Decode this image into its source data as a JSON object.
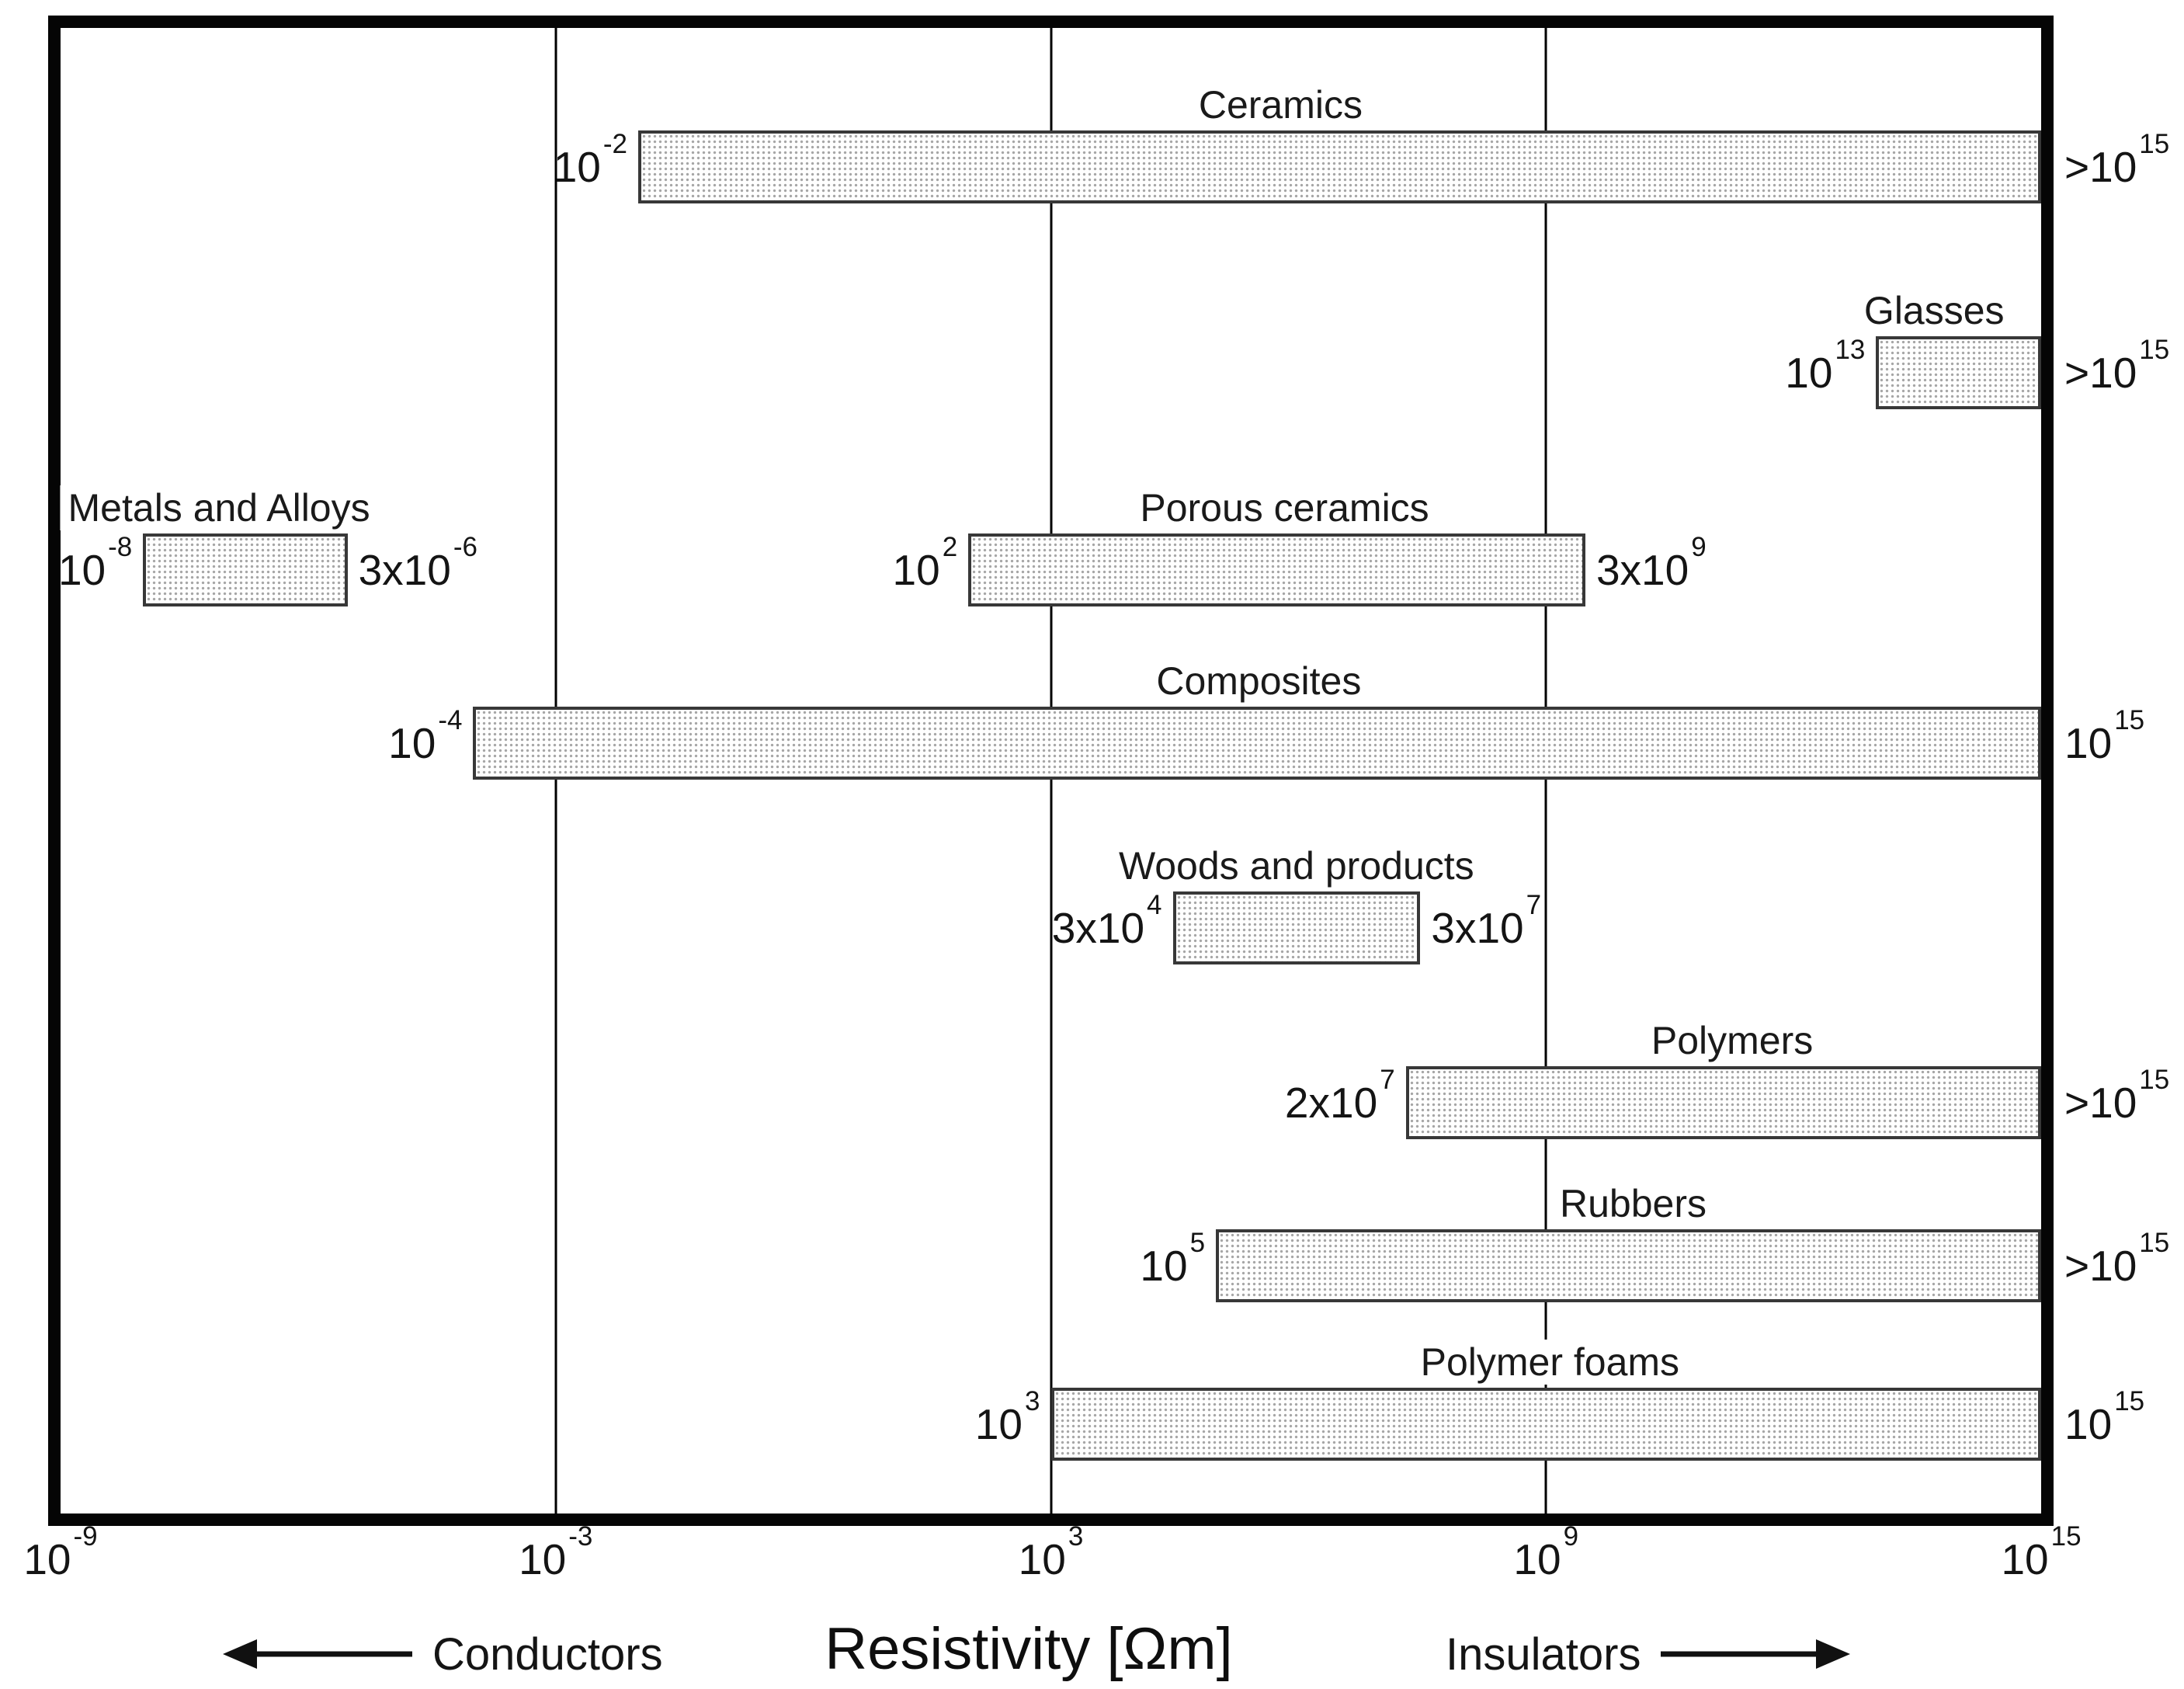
{
  "chart_data": {
    "type": "bar",
    "variant": "horizontal log-scale range bars (material property chart)",
    "title": "",
    "xlabel": "Resistivity [Ωm]",
    "x_scale": "log10",
    "xlim": [
      1e-09,
      1000000000000000.0
    ],
    "grid": "vertical gridlines at 1e-3, 1e3, 1e9; plot frame at 1e-9 and 1e15",
    "legend": "none",
    "x_ticks": [
      {
        "value": 1e-09,
        "coef": "10",
        "exp": "-9",
        "gridline": false
      },
      {
        "value": 0.001,
        "coef": "10",
        "exp": "-3",
        "gridline": true
      },
      {
        "value": 1000.0,
        "coef": "10",
        "exp": "3",
        "gridline": true
      },
      {
        "value": 1000000000.0,
        "coef": "10",
        "exp": "9",
        "gridline": true
      },
      {
        "value": 1000000000000000.0,
        "coef": "10",
        "exp": "15",
        "gridline": false
      }
    ],
    "footer": {
      "left_label": "Conductors",
      "axis_label": "Resistivity [Ωm]",
      "right_label": "Insulators"
    },
    "series": [
      {
        "name": "Ceramics",
        "min": 0.01,
        "max": 1000000000000000.0,
        "max_open": true,
        "min_label": {
          "coef": "10",
          "exp": "-2"
        },
        "max_label": {
          "coef": ">10",
          "exp": "15"
        },
        "band": 0,
        "name_x_pct": 61.6
      },
      {
        "name": "Glasses",
        "min": 10000000000000.0,
        "max": 1000000000000000.0,
        "max_open": true,
        "min_label": {
          "coef": "10",
          "exp": "13"
        },
        "max_label": {
          "coef": ">10",
          "exp": "15"
        },
        "band": 1,
        "name_x_pct": 94.6
      },
      {
        "name": "Metals and Alloys",
        "min": 1e-08,
        "max": 3e-06,
        "max_open": false,
        "min_label": {
          "coef": "10",
          "exp": "-8"
        },
        "max_label": {
          "coef": "3x10",
          "exp": "-6"
        },
        "band": 2,
        "name_x_pct": 8.0
      },
      {
        "name": "Porous ceramics",
        "min": 100.0,
        "max": 3000000000.0,
        "max_open": false,
        "min_label": {
          "coef": "10",
          "exp": "2"
        },
        "max_label": {
          "coef": "3x10",
          "exp": "9"
        },
        "band": 2,
        "name_x_pct": 61.8
      },
      {
        "name": "Composites",
        "min": 0.0001,
        "max": 1000000000000000.0,
        "max_open": false,
        "min_label": {
          "coef": "10",
          "exp": "-4"
        },
        "max_label": {
          "coef": "10",
          "exp": "15"
        },
        "band": 3,
        "name_x_pct": 60.5
      },
      {
        "name": "Woods and products",
        "min": 30000.0,
        "max": 30000000.0,
        "max_open": false,
        "min_label": {
          "coef": "3x10",
          "exp": "4"
        },
        "max_label": {
          "coef": "3x10",
          "exp": "7"
        },
        "band": 4,
        "name_x_pct": 62.4
      },
      {
        "name": "Polymers",
        "min": 20000000.0,
        "max": 1000000000000000.0,
        "max_open": true,
        "min_label": {
          "coef": "2x10",
          "exp": "7"
        },
        "max_label": {
          "coef": ">10",
          "exp": "15"
        },
        "band": 5,
        "name_x_pct": 84.4
      },
      {
        "name": "Rubbers",
        "min": 100000.0,
        "max": 1000000000000000.0,
        "max_open": true,
        "min_label": {
          "coef": "10",
          "exp": "5"
        },
        "max_label": {
          "coef": ">10",
          "exp": "15"
        },
        "band": 6,
        "name_x_pct": 79.4
      },
      {
        "name": "Polymer foams",
        "min": 1000.0,
        "max": 1000000000000000.0,
        "max_open": false,
        "min_label": {
          "coef": "10",
          "exp": "3"
        },
        "max_label": {
          "coef": "10",
          "exp": "15"
        },
        "band": 7,
        "name_x_pct": 75.2
      }
    ],
    "colors": {
      "text": "#1c1c1c",
      "frame": "#050505",
      "gridline": "#000000",
      "bar_border": "#383838",
      "bar_fill": "#fefefe",
      "bar_dots": "#a6a6a6"
    }
  }
}
